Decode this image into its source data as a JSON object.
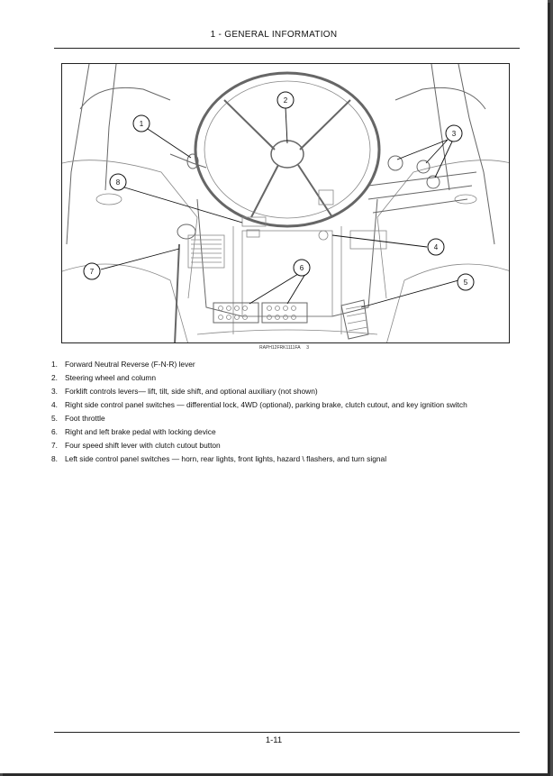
{
  "header": {
    "title": "1 - GENERAL INFORMATION"
  },
  "figure": {
    "code": "RAPH12FRK1111FA",
    "number": "3",
    "callouts": [
      "1",
      "2",
      "3",
      "4",
      "5",
      "6",
      "7",
      "8"
    ]
  },
  "legend": [
    {
      "num": "1.",
      "text": "Forward Neutral Reverse (F-N-R) lever"
    },
    {
      "num": "2.",
      "text": "Steering wheel and column"
    },
    {
      "num": "3.",
      "text": "Forklift controls levers— lift, tilt, side shift, and optional auxiliary (not shown)"
    },
    {
      "num": "4.",
      "text": "Right side control panel switches — differential lock, 4WD (optional), parking brake, clutch cutout, and key ignition switch"
    },
    {
      "num": "5.",
      "text": "Foot throttle"
    },
    {
      "num": "6.",
      "text": "Right and left brake pedal with locking device"
    },
    {
      "num": "7.",
      "text": "Four speed shift lever with clutch cutout button"
    },
    {
      "num": "8.",
      "text": "Left side control panel switches — horn, rear lights, front lights, hazard \\ flashers, and turn signal"
    }
  ],
  "footer": {
    "page": "1-11"
  }
}
